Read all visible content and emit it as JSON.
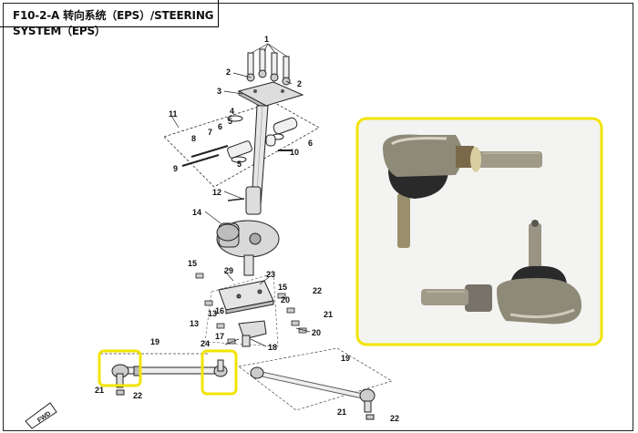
{
  "title": "F10-2-A 转向系统（EPS）/STEERING SYSTEM（EPS）",
  "fwd_label": "FWD",
  "highlight_color": "#f2e400",
  "part_numbers": [
    {
      "key": "p1",
      "text": "1"
    },
    {
      "key": "p2a",
      "text": "2"
    },
    {
      "key": "p2b",
      "text": "2"
    },
    {
      "key": "p3",
      "text": "3"
    },
    {
      "key": "p4",
      "text": "4"
    },
    {
      "key": "p5a",
      "text": "5"
    },
    {
      "key": "p5b",
      "text": "5"
    },
    {
      "key": "p6a",
      "text": "6"
    },
    {
      "key": "p6b",
      "text": "6"
    },
    {
      "key": "p7",
      "text": "7"
    },
    {
      "key": "p8",
      "text": "8"
    },
    {
      "key": "p9",
      "text": "9"
    },
    {
      "key": "p10",
      "text": "10"
    },
    {
      "key": "p11",
      "text": "11"
    },
    {
      "key": "p12",
      "text": "12"
    },
    {
      "key": "p13a",
      "text": "13"
    },
    {
      "key": "p13b",
      "text": "13"
    },
    {
      "key": "p14",
      "text": "14"
    },
    {
      "key": "p15a",
      "text": "15"
    },
    {
      "key": "p15b",
      "text": "15"
    },
    {
      "key": "p16",
      "text": "16"
    },
    {
      "key": "p17",
      "text": "17"
    },
    {
      "key": "p18",
      "text": "18"
    },
    {
      "key": "p19a",
      "text": "19"
    },
    {
      "key": "p19b",
      "text": "19"
    },
    {
      "key": "p20a",
      "text": "20"
    },
    {
      "key": "p20b",
      "text": "20"
    },
    {
      "key": "p21a",
      "text": "21"
    },
    {
      "key": "p21b",
      "text": "21"
    },
    {
      "key": "p21c",
      "text": "21"
    },
    {
      "key": "p22a",
      "text": "22"
    },
    {
      "key": "p22b",
      "text": "22"
    },
    {
      "key": "p22c",
      "text": "22"
    },
    {
      "key": "p23",
      "text": "23"
    },
    {
      "key": "p24",
      "text": "24"
    },
    {
      "key": "p29",
      "text": "29"
    }
  ]
}
